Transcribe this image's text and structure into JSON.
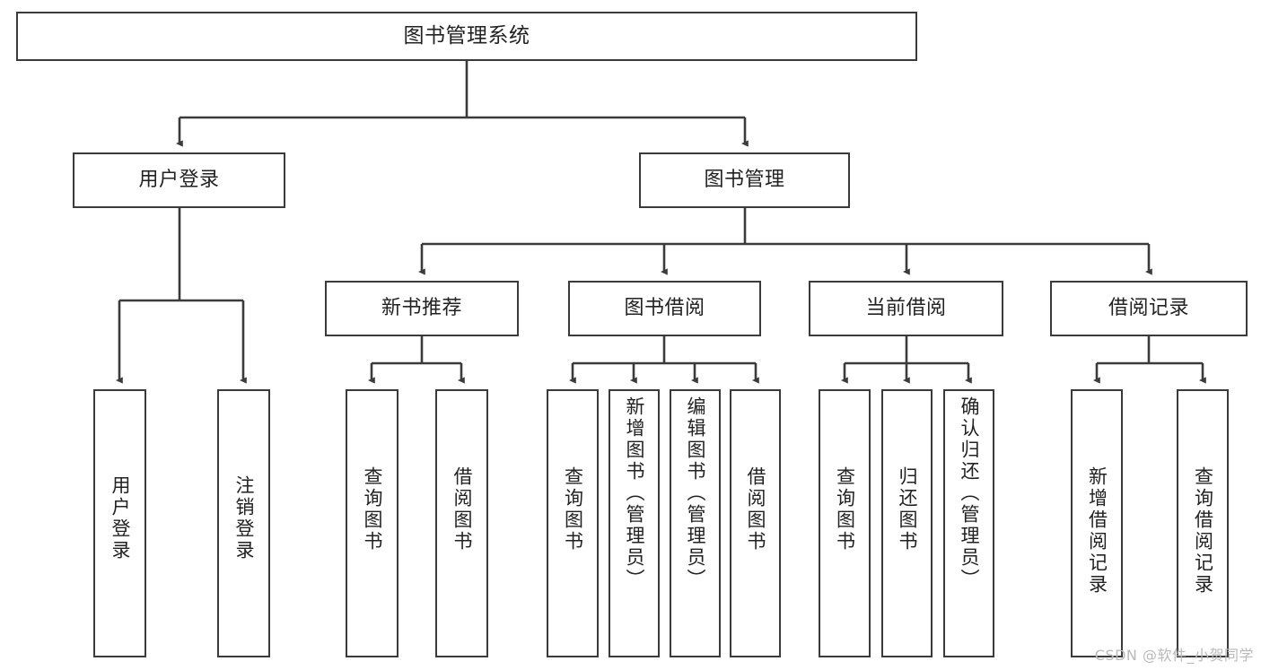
{
  "diagram": {
    "type": "tree",
    "title": "图书管理系统",
    "stroke_color": "#3b3b3b",
    "background_color": "#ffffff",
    "text_color": "#222222",
    "nodes": {
      "root": {
        "label": "图书管理系统"
      },
      "level2": [
        {
          "id": "user-login",
          "label": "用户登录"
        },
        {
          "id": "book-management",
          "label": "图书管理"
        }
      ],
      "level3": [
        {
          "id": "new-book-recommend",
          "label": "新书推荐"
        },
        {
          "id": "book-borrow",
          "label": "图书借阅"
        },
        {
          "id": "current-borrow",
          "label": "当前借阅"
        },
        {
          "id": "borrow-record",
          "label": "借阅记录"
        }
      ],
      "leaves": {
        "user-login": [
          {
            "id": "leaf-user-login",
            "label": "用户登录"
          },
          {
            "id": "leaf-logout",
            "label": "注销登录"
          }
        ],
        "new-book-recommend": [
          {
            "id": "leaf-query-book-1",
            "label": "查询图书"
          },
          {
            "id": "leaf-borrow-book-1",
            "label": "借阅图书"
          }
        ],
        "book-borrow": [
          {
            "id": "leaf-query-book-2",
            "label": "查询图书"
          },
          {
            "id": "leaf-add-book",
            "label": "新增图书（管理员）"
          },
          {
            "id": "leaf-edit-book",
            "label": "编辑图书（管理员）"
          },
          {
            "id": "leaf-borrow-book-2",
            "label": "借阅图书"
          }
        ],
        "current-borrow": [
          {
            "id": "leaf-query-book-3",
            "label": "查询图书"
          },
          {
            "id": "leaf-return-book",
            "label": "归还图书"
          },
          {
            "id": "leaf-confirm-return",
            "label": "确认归还（管理员）"
          }
        ],
        "borrow-record": [
          {
            "id": "leaf-add-record",
            "label": "新增借阅记录"
          },
          {
            "id": "leaf-query-record",
            "label": "查询借阅记录"
          }
        ]
      }
    }
  },
  "watermark": {
    "text": "CSDN @软件_小贺同学"
  }
}
